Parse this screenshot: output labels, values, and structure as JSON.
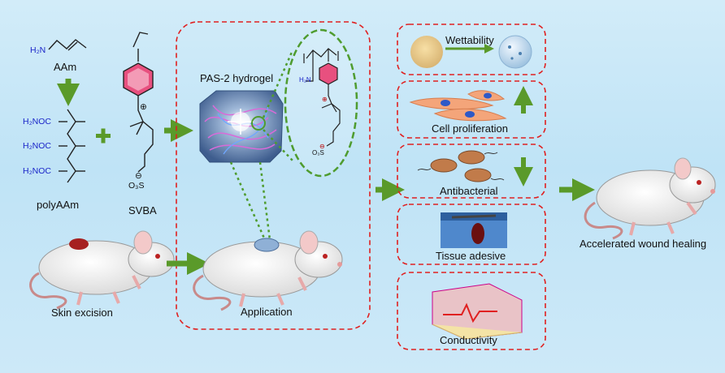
{
  "monomer": {
    "amine": "H₂N",
    "name": "AAm"
  },
  "polymer": {
    "group_1": "H₂NOC",
    "group_2": "H₂NOC",
    "group_3": "H₂NOC",
    "name": "polyAAm"
  },
  "svba": {
    "charge_pos": "⊕",
    "charge_neg": "⊖",
    "sulfonate": "O₃S",
    "name": "SVBA"
  },
  "operator": "+",
  "hydrogel": {
    "title": "PAS-2 hydrogel",
    "amine": "H₂N",
    "charge_pos": "⊕",
    "charge_neg": "⊖",
    "sulfonate": "O₃S"
  },
  "steps": {
    "skin": "Skin excision",
    "application": "Application",
    "outcome": "Accelerated wound healing"
  },
  "properties": [
    {
      "label": "Wettability"
    },
    {
      "label": "Cell proliferation"
    },
    {
      "label": "Antibacterial"
    },
    {
      "label": "Tissue adesive"
    },
    {
      "label": "Conductivity"
    }
  ],
  "colors": {
    "arrow": "#5a9a2a",
    "dash_red": "#e02020",
    "dash_green": "#4f9c2f",
    "benzene": "#e8507f"
  }
}
